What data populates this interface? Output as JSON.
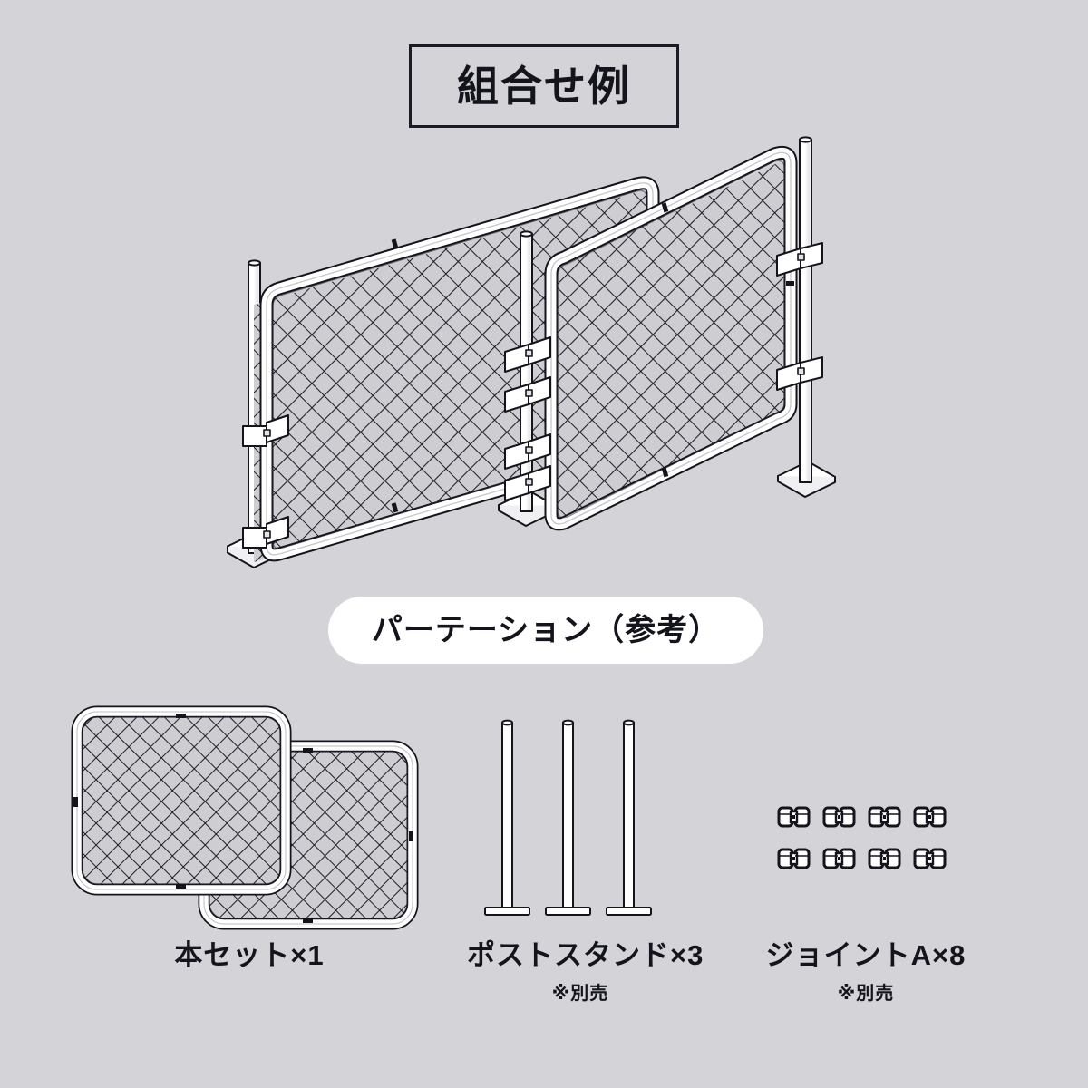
{
  "background_color": "#d4d4d8",
  "title_box": {
    "label": "組合せ例",
    "border_color": "#1b1b28"
  },
  "pill_label": {
    "label": "パーテーション（参考）",
    "background_color": "#ffffff"
  },
  "main_illustration": {
    "name": "combination-example-fence-assembly",
    "description_parts": {
      "panel_count": 2,
      "post_count": 3,
      "mesh": "diamond",
      "frame_color": "#ffffff",
      "mesh_fill_color": "#cdcdd2",
      "line_color": "#14141c"
    }
  },
  "parts": [
    {
      "id": "set",
      "illustration": "two-mesh-panels",
      "label": "本セット×1",
      "sub_label": ""
    },
    {
      "id": "post-stand",
      "illustration": "three-post-stands",
      "label": "ポストスタンド×3",
      "sub_label": "※別売",
      "quantity": 3
    },
    {
      "id": "joint-a",
      "illustration": "eight-joint-clamps",
      "label": "ジョイントA×8",
      "sub_label": "※別売",
      "quantity": 8
    }
  ]
}
